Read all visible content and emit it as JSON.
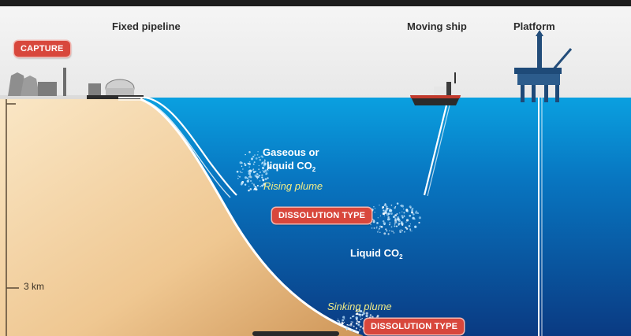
{
  "labels": {
    "fixed_pipeline": "Fixed pipeline",
    "moving_ship": "Moving ship",
    "platform": "Platform",
    "gaseous_line1": "Gaseous or",
    "gaseous_line2": "liquid CO",
    "gaseous_sub": "2",
    "rising_plume": "Rising plume",
    "liquid_co2": "Liquid CO",
    "liquid_sub": "2",
    "sinking_plume": "Sinking plume",
    "depth": "3 km"
  },
  "badges": {
    "capture": "CAPTURE",
    "dissolution_1": "DISSOLUTION TYPE",
    "dissolution_2": "DISSOLUTION TYPE"
  },
  "colors": {
    "sky": "#f2f2f2",
    "sea_top": "#0a8fd1",
    "sea_bottom": "#0b3f86",
    "seabed_light": "#f6dcb2",
    "seabed_dark": "#d8a56b",
    "badge": "#d8473c",
    "plume_text": "#f3ec86"
  }
}
